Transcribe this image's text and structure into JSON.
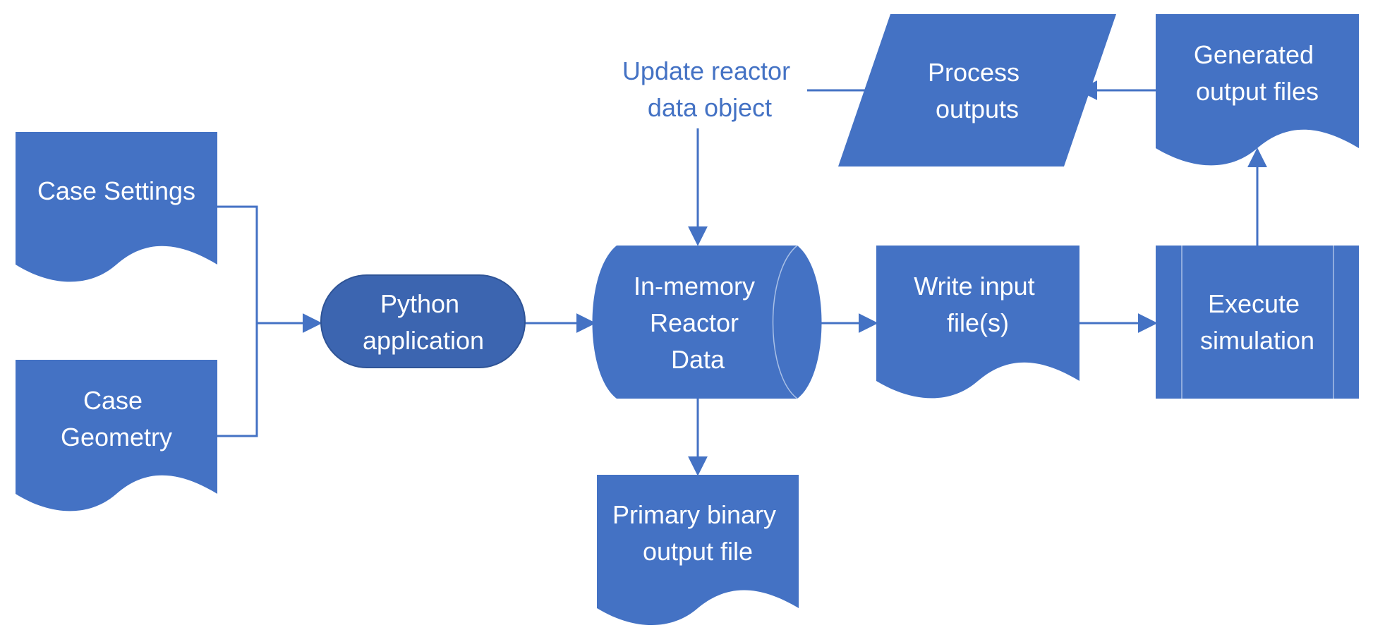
{
  "nodes": {
    "case_settings": {
      "lines": [
        "Case Settings"
      ]
    },
    "case_geometry": {
      "lines": [
        "Case",
        "Geometry"
      ]
    },
    "python_app": {
      "lines": [
        "Python",
        "application"
      ]
    },
    "in_memory": {
      "lines": [
        "In-memory",
        "Reactor",
        "Data"
      ]
    },
    "primary_binary": {
      "lines": [
        "Primary binary",
        "output file"
      ]
    },
    "write_input": {
      "lines": [
        "Write input",
        "file(s)"
      ]
    },
    "execute_sim": {
      "lines": [
        "Execute",
        "simulation"
      ]
    },
    "generated_outputs": {
      "lines": [
        "Generated",
        "output files"
      ]
    },
    "process_outputs": {
      "lines": [
        "Process",
        "outputs"
      ]
    },
    "update_reactor": {
      "lines": [
        "Update reactor",
        "data object"
      ]
    }
  },
  "colors": {
    "fill": "#4472C4",
    "fill_dark": "#3C65B0",
    "text": "#FFFFFF",
    "connector": "#4472C4"
  }
}
